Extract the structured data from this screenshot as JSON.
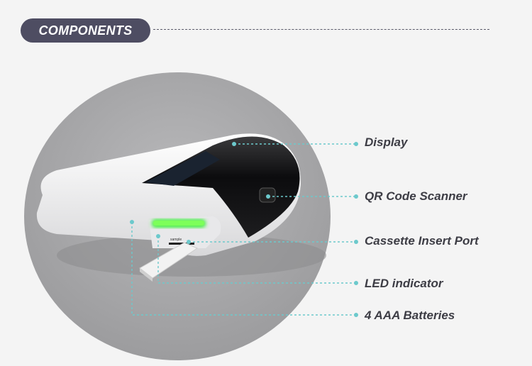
{
  "header": {
    "title": "COMPONENTS"
  },
  "callouts": [
    {
      "label": "Display"
    },
    {
      "label": "QR Code Scanner"
    },
    {
      "label": "Cassette Insert Port"
    },
    {
      "label": "LED indicator"
    },
    {
      "label": "4 AAA Batteries"
    }
  ],
  "device": {
    "slot_text": "sample"
  },
  "colors": {
    "badge": "#4e4d62",
    "callout_line": "#6cc9cc",
    "led": "#3df03a",
    "backdrop": "#a6a6a8"
  }
}
